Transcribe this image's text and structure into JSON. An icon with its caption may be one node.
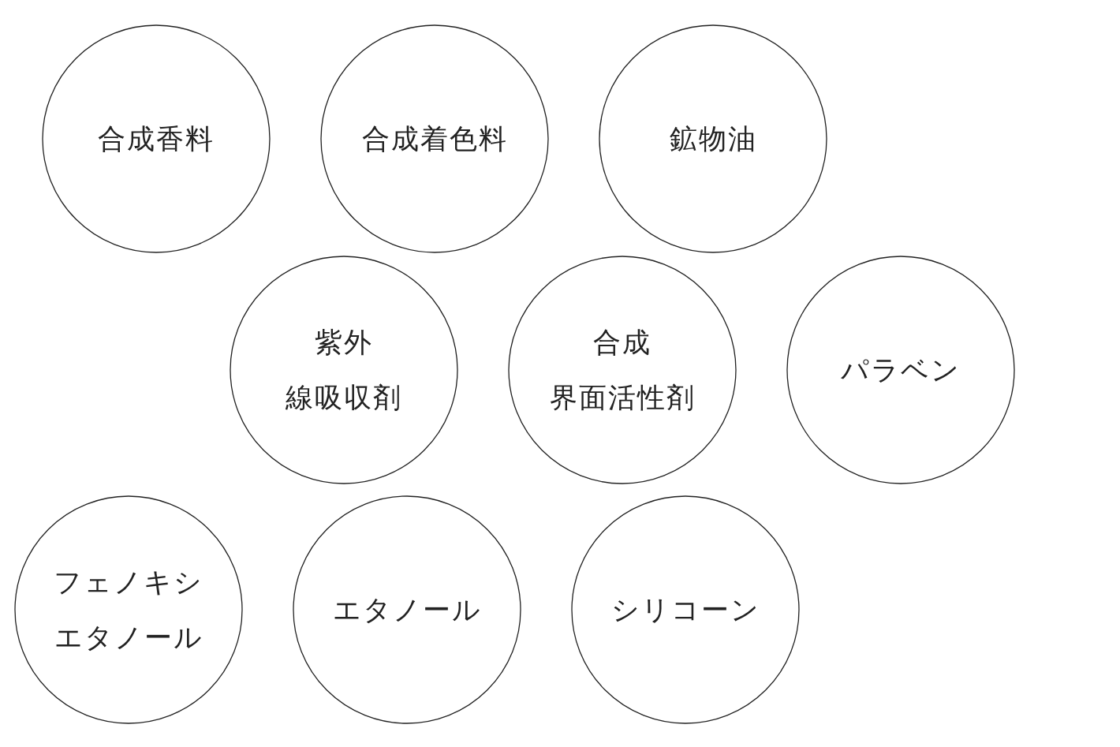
{
  "diagram": {
    "nodes": [
      {
        "text": [
          "合成香料"
        ]
      },
      {
        "text": [
          "合成着色料"
        ]
      },
      {
        "text": [
          "鉱物油"
        ]
      },
      {
        "text": [
          "紫外線吸収剤"
        ]
      },
      {
        "text": [
          "合成界面活性剤"
        ]
      },
      {
        "text": [
          "パラベン"
        ]
      },
      {
        "text": [
          "フェノキシエタノール"
        ]
      },
      {
        "text": [
          "エタノール"
        ]
      },
      {
        "text": [
          "シリコーン"
        ]
      }
    ]
  }
}
